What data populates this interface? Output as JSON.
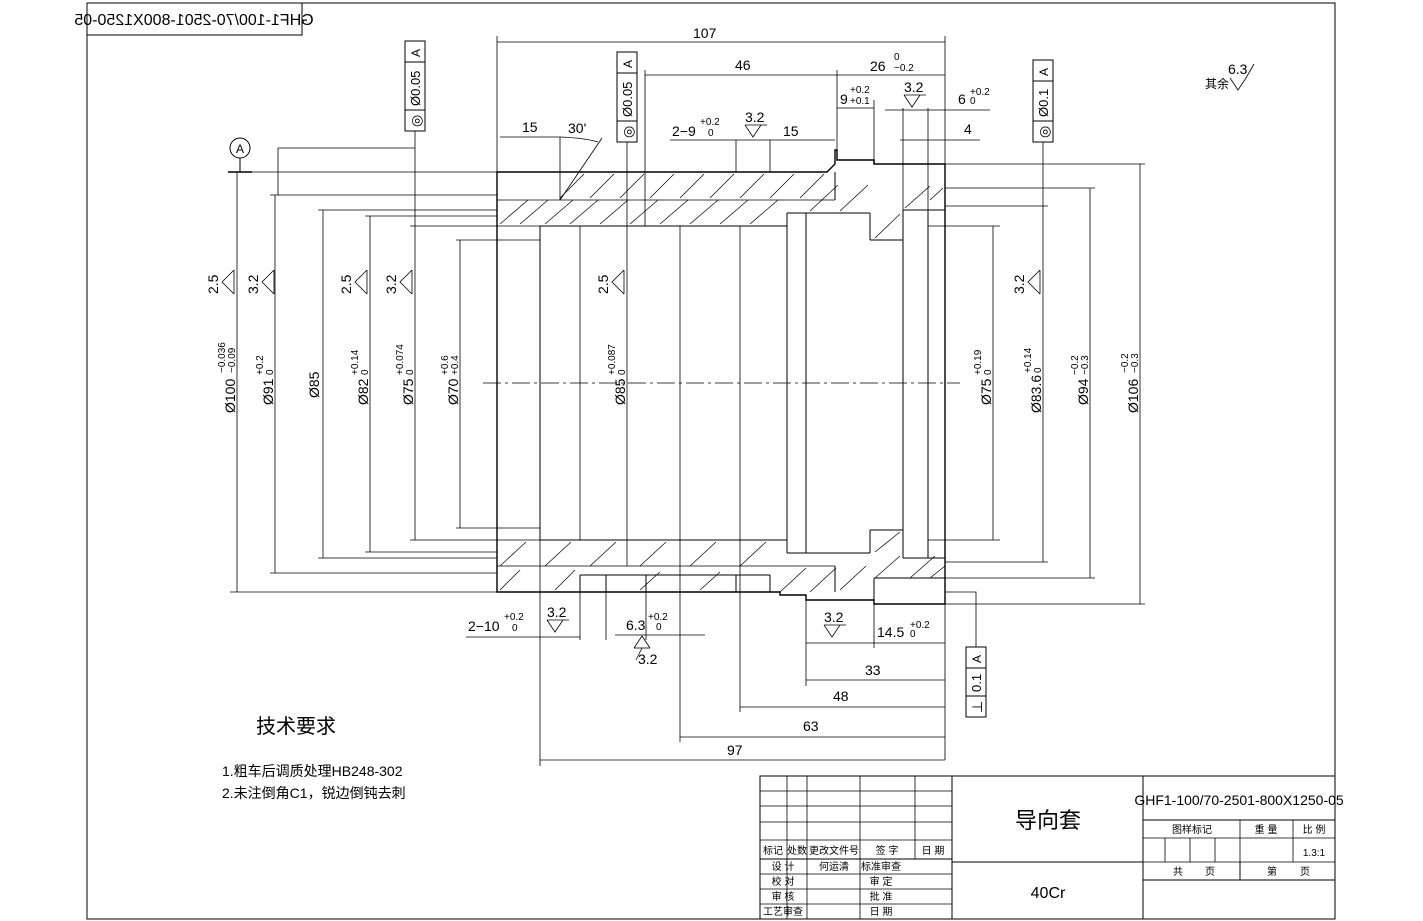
{
  "drawing_number": "GHF1-100/70-2501-800X1250-05",
  "drawing_number_mirrored": "GHF1-100/70-2501-800X1250-05",
  "part_name": "导向套",
  "material": "40Cr",
  "surface_finish_other": {
    "label": "其余",
    "value": "6.3"
  },
  "tech_requirements": {
    "title": "技术要求",
    "items": [
      "1.粗车后调质处理HB248-302",
      "2.未注倒角C1，锐边倒钝去刺"
    ]
  },
  "datum": "A",
  "tolerance_frames": [
    {
      "symbol": "◎",
      "value": "Ø0.05",
      "datum": "A"
    },
    {
      "symbol": "◎",
      "value": "Ø0.05",
      "datum": "A"
    },
    {
      "symbol": "◎",
      "value": "Ø0.1",
      "datum": "A"
    },
    {
      "symbol": "⊥",
      "value": "0.1",
      "datum": "A"
    }
  ],
  "dims_top": {
    "d107": "107",
    "d46": "46",
    "d26": {
      "base": "26",
      "upper": "0",
      "lower": "−0.2"
    },
    "d15a": "15",
    "d30": "30'",
    "d29": {
      "base": "2−9",
      "upper": "+0.2",
      "lower": "0"
    },
    "d15b": "15",
    "d9": {
      "base": "9",
      "upper": "+0.2",
      "lower": "+0.1"
    },
    "d6": {
      "base": "6",
      "upper": "+0.2",
      "lower": "0"
    },
    "d4": "4"
  },
  "dims_bottom": {
    "d210": {
      "base": "2−10",
      "upper": "+0.2",
      "lower": "0"
    },
    "d63a": {
      "base": "6.3",
      "upper": "+0.2",
      "lower": "0"
    },
    "d145": {
      "base": "14.5",
      "upper": "+0.2",
      "lower": "0"
    },
    "d33": "33",
    "d48": "48",
    "d63": "63",
    "d97": "97"
  },
  "roughness": {
    "r25": "2.5",
    "r32": "3.2"
  },
  "diameters": [
    {
      "base": "Ø100",
      "upper": "−0.036",
      "lower": "−0.09"
    },
    {
      "base": "Ø91",
      "upper": "+0.2",
      "lower": "0"
    },
    {
      "base": "Ø85",
      "upper": "",
      "lower": ""
    },
    {
      "base": "Ø82",
      "upper": "+0.14",
      "lower": "0"
    },
    {
      "base": "Ø75",
      "upper": "+0.074",
      "lower": "0"
    },
    {
      "base": "Ø70",
      "upper": "+0.6",
      "lower": "+0.4"
    },
    {
      "base": "Ø85",
      "upper": "+0.087",
      "lower": "0"
    },
    {
      "base": "Ø75",
      "upper": "+0.19",
      "lower": "0"
    },
    {
      "base": "Ø83.6",
      "upper": "+0.14",
      "lower": "0"
    },
    {
      "base": "Ø94",
      "upper": "−0.2",
      "lower": "−0.3"
    },
    {
      "base": "Ø106",
      "upper": "−0.2",
      "lower": "−0.3"
    }
  ],
  "title_block": {
    "rev_headers": [
      "标记",
      "处数",
      "更改文件号",
      "签 字",
      "日 期"
    ],
    "roles": [
      "设 计",
      "校 对",
      "审 核",
      "工艺审查"
    ],
    "designer": "何运清",
    "approvals": [
      "标准审查",
      "审 定",
      "批 准",
      "日 期"
    ],
    "drawing_mark": "图样标记",
    "weight": "重 量",
    "scale_label": "比 例",
    "scale": "1.3:1",
    "total": "共",
    "sheet_unit": "页",
    "sheet": "第"
  }
}
